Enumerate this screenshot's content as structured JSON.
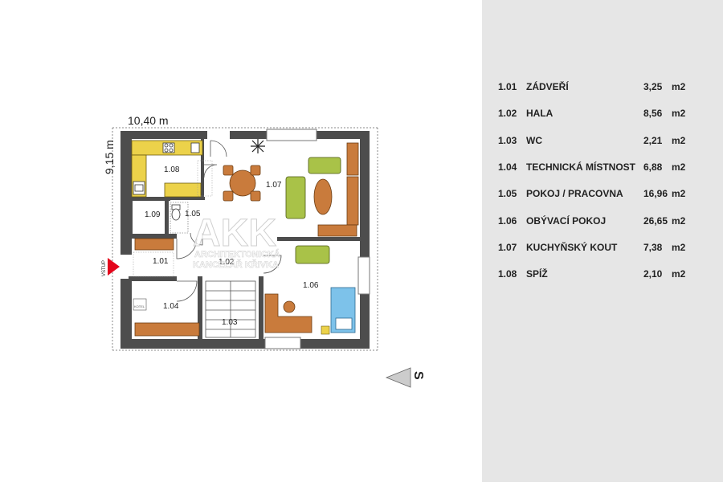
{
  "plan": {
    "width_dim": "10,40 m",
    "height_dim": "9,15 m",
    "entrance_label": "VSTUP",
    "north_label": "S",
    "watermark_logo": "AKK",
    "watermark_line1": "ARCHITEKTONICKÁ",
    "watermark_line2": "KANCELÁŘ KŘIVKA",
    "boiler_label": "KOTEL",
    "room_labels": {
      "r101": "1.01",
      "r102": "1.02",
      "r103": "1.03",
      "r104": "1.04",
      "r105": "1.05",
      "r106": "1.06",
      "r107": "1.07",
      "r108": "1.08",
      "r109": "1.09"
    }
  },
  "rooms": [
    {
      "number": "1.01",
      "name": "ZÁDVEŘÍ",
      "area": "3,25",
      "unit": "m2"
    },
    {
      "number": "1.02",
      "name": "HALA",
      "area": "8,56",
      "unit": "m2"
    },
    {
      "number": "1.03",
      "name": "WC",
      "area": "2,21",
      "unit": "m2"
    },
    {
      "number": "1.04",
      "name": "TECHNICKÁ MÍSTNOST",
      "area": "6,88",
      "unit": "m2"
    },
    {
      "number": "1.05",
      "name": "POKOJ / PRACOVNA",
      "area": "16,96",
      "unit": "m2"
    },
    {
      "number": "1.06",
      "name": "OBÝVACÍ POKOJ",
      "area": "26,65",
      "unit": "m2"
    },
    {
      "number": "1.07",
      "name": "KUCHYŇSKÝ KOUT",
      "area": "7,38",
      "unit": "m2"
    },
    {
      "number": "1.08",
      "name": "SPÍŽ",
      "area": "2,10",
      "unit": "m2"
    }
  ],
  "colors": {
    "wall": "#4d4d4d",
    "kitchen": "#ecd24a",
    "sofa": "#a9c248",
    "wood": "#c97b3c",
    "water": "#7dc2ea",
    "panel": "#e6e6e6",
    "entrance": "#e3051b"
  }
}
